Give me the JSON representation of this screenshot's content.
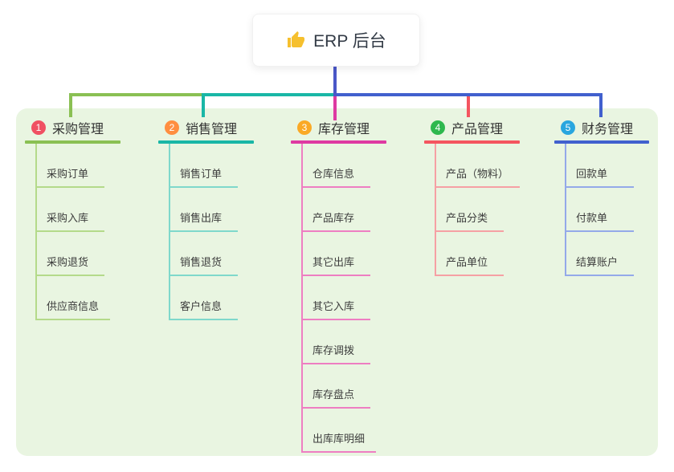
{
  "root": {
    "label": "ERP 后台",
    "icon": "thumbs-up-icon"
  },
  "connector": {
    "root_color": "#4a57c8"
  },
  "branches": [
    {
      "num": "1",
      "title": "采购管理",
      "colors": {
        "badge": "#f05062",
        "line": "#8ac053",
        "light": "#b4da8a"
      },
      "children": [
        "采购订单",
        "采购入库",
        "采购退货",
        "供应商信息"
      ]
    },
    {
      "num": "2",
      "title": "销售管理",
      "colors": {
        "badge": "#ff8e40",
        "line": "#19b7a6",
        "light": "#7fd8cb"
      },
      "children": [
        "销售订单",
        "销售出库",
        "销售退货",
        "客户信息"
      ]
    },
    {
      "num": "3",
      "title": "库存管理",
      "colors": {
        "badge": "#faa926",
        "line": "#de3aa2",
        "light": "#ee7ec2"
      },
      "children": [
        "仓库信息",
        "产品库存",
        "其它出库",
        "其它入库",
        "库存调拨",
        "库存盘点",
        "出库库明细"
      ]
    },
    {
      "num": "4",
      "title": "产品管理",
      "colors": {
        "badge": "#2eb84e",
        "line": "#f4555f",
        "light": "#f6a0a4"
      },
      "children": [
        "产品（物料）",
        "产品分类",
        "产品单位"
      ]
    },
    {
      "num": "5",
      "title": "财务管理",
      "colors": {
        "badge": "#29a6df",
        "line": "#4160ce",
        "light": "#94a9e9"
      },
      "children": [
        "回款单",
        "付款单",
        "结算账户"
      ]
    }
  ]
}
